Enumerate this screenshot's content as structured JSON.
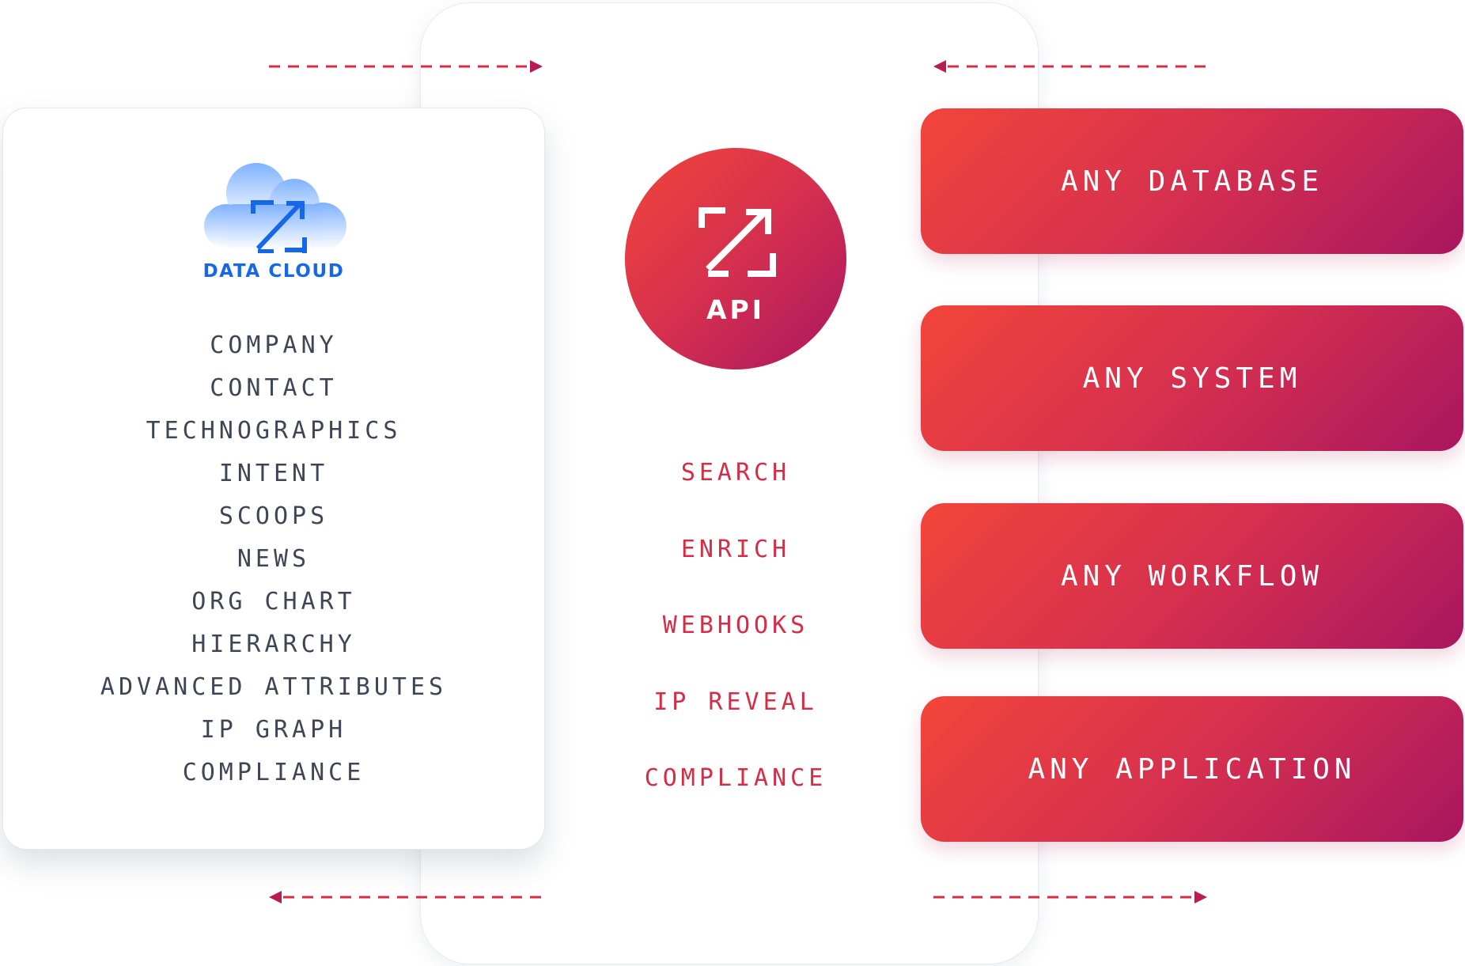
{
  "colors": {
    "accent_red": "#d62c45",
    "gradient_start": "#f2453a",
    "gradient_end": "#a9165f",
    "brand_blue": "#1668e8",
    "text_gray": "#3e4656"
  },
  "data_cloud": {
    "logo_icon": "zoominfo-z-cloud-icon",
    "label": "DATA CLOUD",
    "items": [
      "COMPANY",
      "CONTACT",
      "TECHNOGRAPHICS",
      "INTENT",
      "SCOOPS",
      "NEWS",
      "ORG CHART",
      "HIERARCHY",
      "ADVANCED ATTRIBUTES",
      "IP GRAPH",
      "COMPLIANCE"
    ]
  },
  "api": {
    "logo_icon": "zoominfo-z-icon",
    "label": "API",
    "items": [
      "SEARCH",
      "ENRICH",
      "WEBHOOKS",
      "IP REVEAL",
      "COMPLIANCE"
    ]
  },
  "targets": [
    "ANY DATABASE",
    "ANY SYSTEM",
    "ANY WORKFLOW",
    "ANY APPLICATION"
  ]
}
